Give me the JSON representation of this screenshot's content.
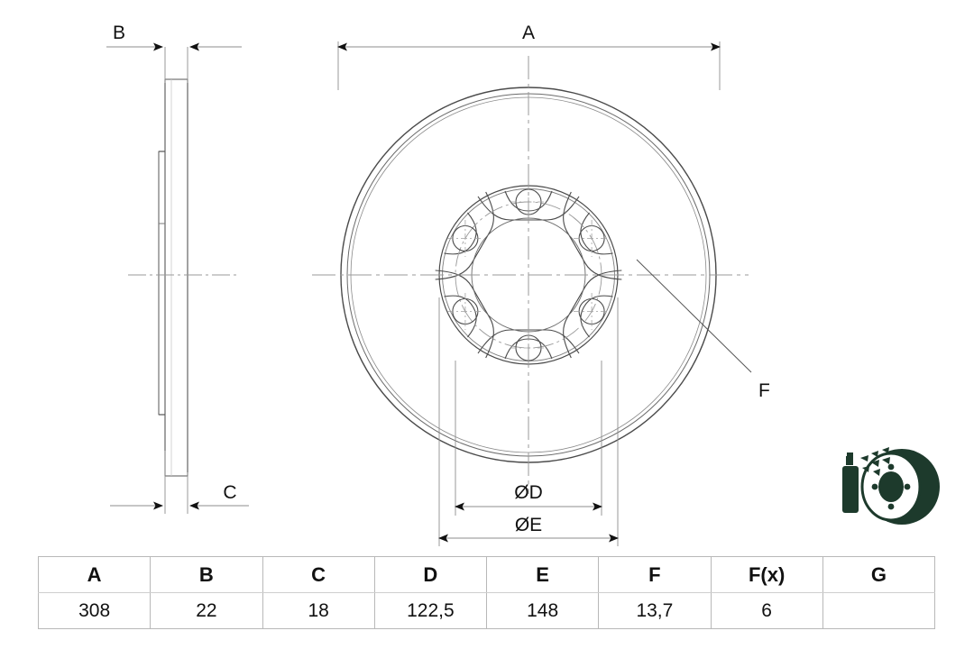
{
  "drawing": {
    "title_alt": "brake disc technical dimension drawing",
    "labels": {
      "a": "A",
      "b": "B",
      "c": "C",
      "d": "ØD",
      "e": "ØE",
      "f": "F"
    },
    "colors": {
      "line": "#4a4a4a",
      "thin_line": "#6b6b6b",
      "center_line": "#9a9a9a",
      "text": "#111111",
      "table_border": "#b8b8b8",
      "icon_green": "#1d3a2c"
    },
    "views": {
      "side_profile": "edge-on section of the disc showing thickness B, friction ring thickness C",
      "front_face": "face view of the disc showing outer diameter A, bolt circle ØD, hub diameter ØE and bolt hole F"
    }
  },
  "product_icon": {
    "name": "coated-brake-disc-icon",
    "description": "spray can coating a brake disc"
  },
  "table": {
    "headers": [
      "A",
      "B",
      "C",
      "D",
      "E",
      "F",
      "F(x)",
      "G"
    ],
    "values": [
      "308",
      "22",
      "18",
      "122,5",
      "148",
      "13,7",
      "6",
      ""
    ]
  }
}
